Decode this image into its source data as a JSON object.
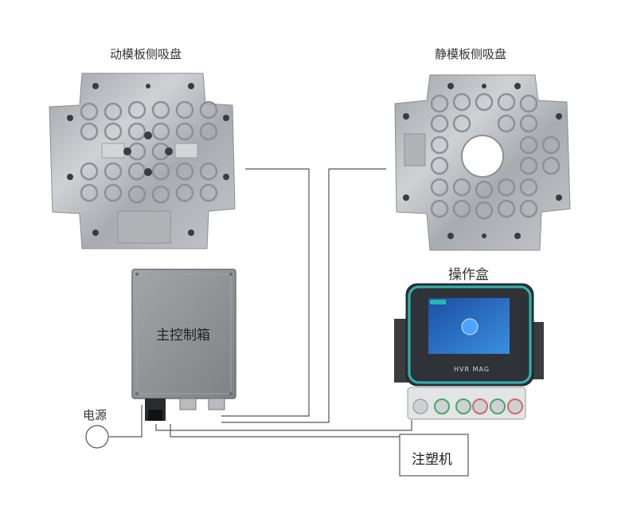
{
  "labels": {
    "moving_plate": "动模板侧吸盘",
    "fixed_plate": "静模板侧吸盘",
    "operation_box": "操作盒",
    "main_control_box": "主控制箱",
    "power": "电源",
    "injection_machine": "注塑机"
  },
  "screen": {
    "brand": "HVR MAG"
  },
  "colors": {
    "plate_metal": "#b7babd",
    "control_box": "#8e9093",
    "screen_bezel": "#2f3236",
    "screen_accent": "#2bb6b6",
    "screen_display": "#1e5fb4",
    "wire": "#555555"
  }
}
